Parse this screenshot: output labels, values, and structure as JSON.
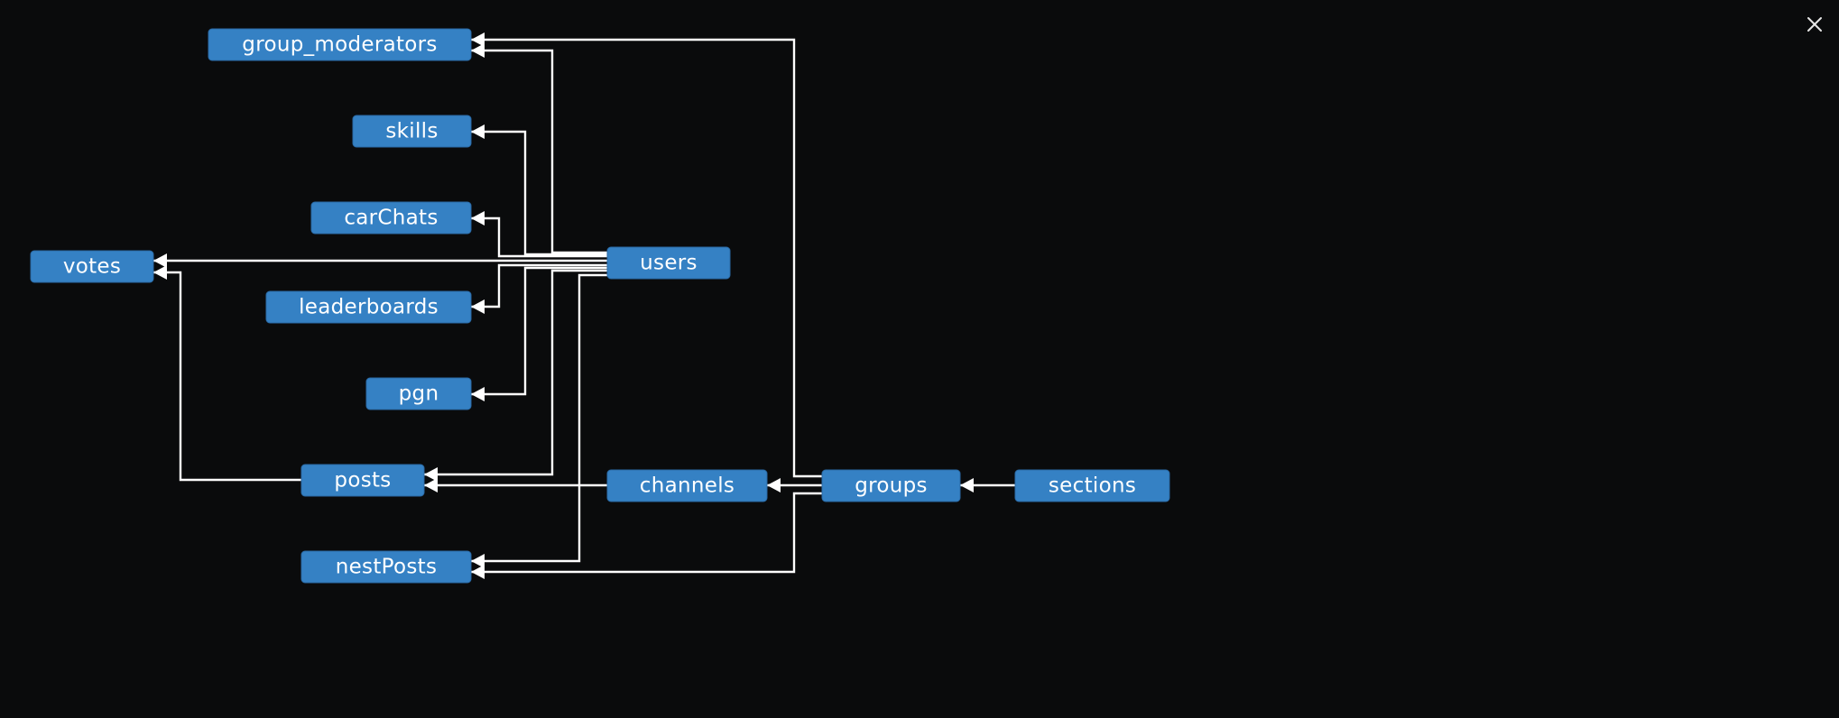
{
  "diagram": {
    "nodes": [
      {
        "id": "group_moderators",
        "label": "group_moderators"
      },
      {
        "id": "skills",
        "label": "skills"
      },
      {
        "id": "carChats",
        "label": "carChats"
      },
      {
        "id": "votes",
        "label": "votes"
      },
      {
        "id": "users",
        "label": "users"
      },
      {
        "id": "leaderboards",
        "label": "leaderboards"
      },
      {
        "id": "pgn",
        "label": "pgn"
      },
      {
        "id": "posts",
        "label": "posts"
      },
      {
        "id": "channels",
        "label": "channels"
      },
      {
        "id": "groups",
        "label": "groups"
      },
      {
        "id": "sections",
        "label": "sections"
      },
      {
        "id": "nestPosts",
        "label": "nestPosts"
      }
    ],
    "edges": [
      {
        "from": "users",
        "to": "group_moderators"
      },
      {
        "from": "users",
        "to": "skills"
      },
      {
        "from": "users",
        "to": "carChats"
      },
      {
        "from": "users",
        "to": "votes"
      },
      {
        "from": "users",
        "to": "leaderboards"
      },
      {
        "from": "users",
        "to": "pgn"
      },
      {
        "from": "users",
        "to": "posts"
      },
      {
        "from": "users",
        "to": "nestPosts"
      },
      {
        "from": "groups",
        "to": "group_moderators"
      },
      {
        "from": "groups",
        "to": "channels"
      },
      {
        "from": "groups",
        "to": "nestPosts"
      },
      {
        "from": "channels",
        "to": "posts"
      },
      {
        "from": "posts",
        "to": "votes"
      },
      {
        "from": "sections",
        "to": "groups"
      }
    ]
  },
  "toolbar": {
    "close_icon": "close-icon"
  },
  "colors": {
    "background": "#0a0b0c",
    "node_fill": "#3581c4",
    "edge": "#ffffff"
  }
}
